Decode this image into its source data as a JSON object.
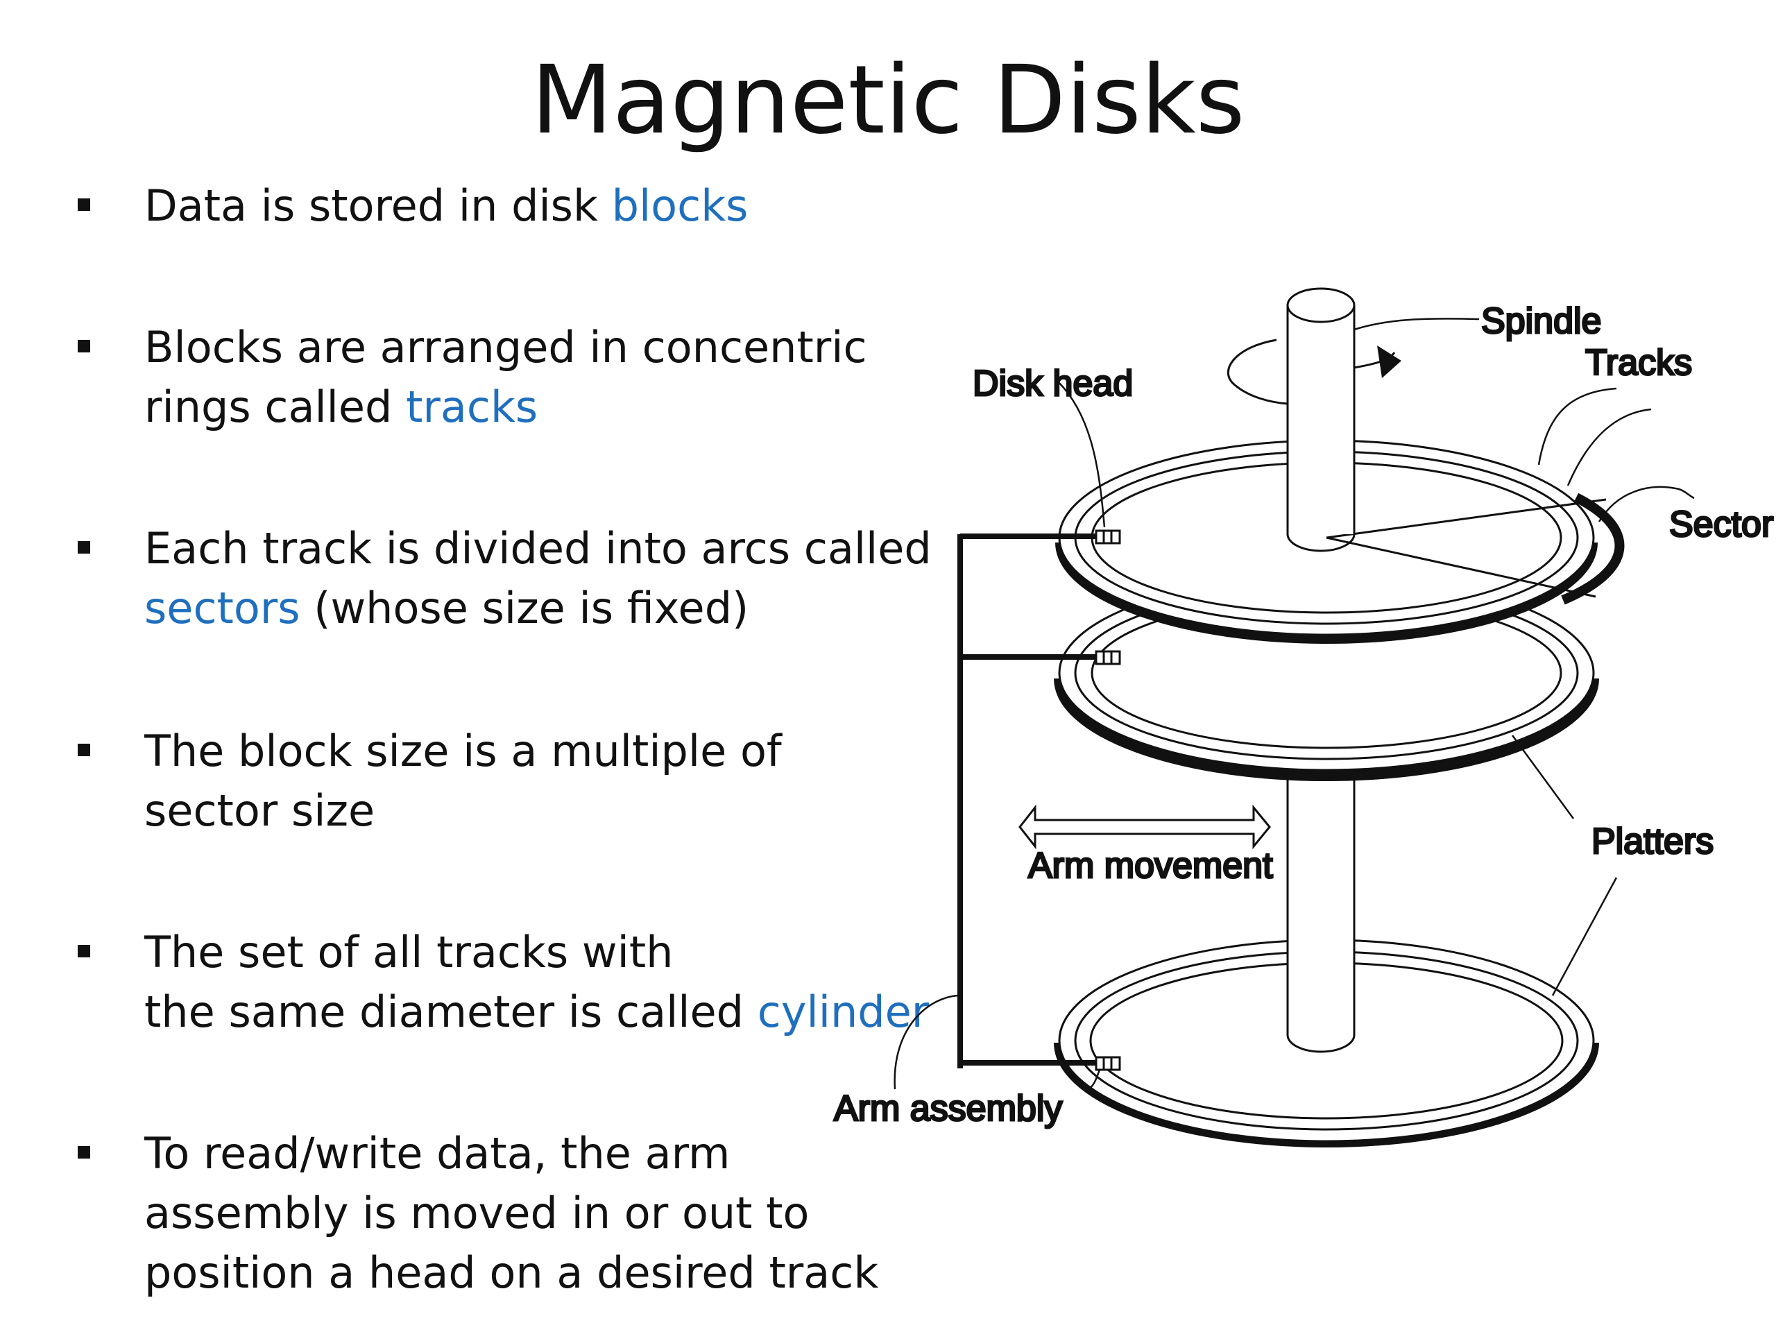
{
  "slide": {
    "title": "Magnetic Disks",
    "accent_color": "#1f6fbf"
  },
  "bullets": [
    {
      "lines": [
        {
          "text": "Data is stored in disk ",
          "term": "blocks",
          "after": ""
        }
      ]
    },
    {
      "lines": [
        {
          "text": "Blocks are arranged in concentric",
          "term": "",
          "after": ""
        },
        {
          "text": "rings called ",
          "term": "tracks",
          "after": ""
        }
      ]
    },
    {
      "lines": [
        {
          "text": "Each track is divided into arcs called",
          "term": "",
          "after": ""
        },
        {
          "text": "",
          "term": "sectors",
          "after": " (whose size is fixed)"
        }
      ]
    },
    {
      "lines": [
        {
          "text": "The block size is a multiple of",
          "term": "",
          "after": ""
        },
        {
          "text": "sector size",
          "term": "",
          "after": ""
        }
      ]
    },
    {
      "lines": [
        {
          "text": "The set of all tracks with",
          "term": "",
          "after": ""
        },
        {
          "text": "the same diameter is called ",
          "term": "cylinder",
          "after": ""
        }
      ]
    },
    {
      "lines": [
        {
          "text": "To read/write data, the arm",
          "term": "",
          "after": ""
        },
        {
          "text": "assembly is moved in or out to",
          "term": "",
          "after": ""
        },
        {
          "text": "position a head on a desired track",
          "term": "",
          "after": ""
        }
      ]
    }
  ],
  "diagram": {
    "labels": {
      "spindle": "Spindle",
      "tracks": "Tracks",
      "disk_head": "Disk head",
      "sector": "Sector",
      "platters": "Platters",
      "arm_movement": "Arm movement",
      "arm_assembly": "Arm assembly"
    }
  }
}
